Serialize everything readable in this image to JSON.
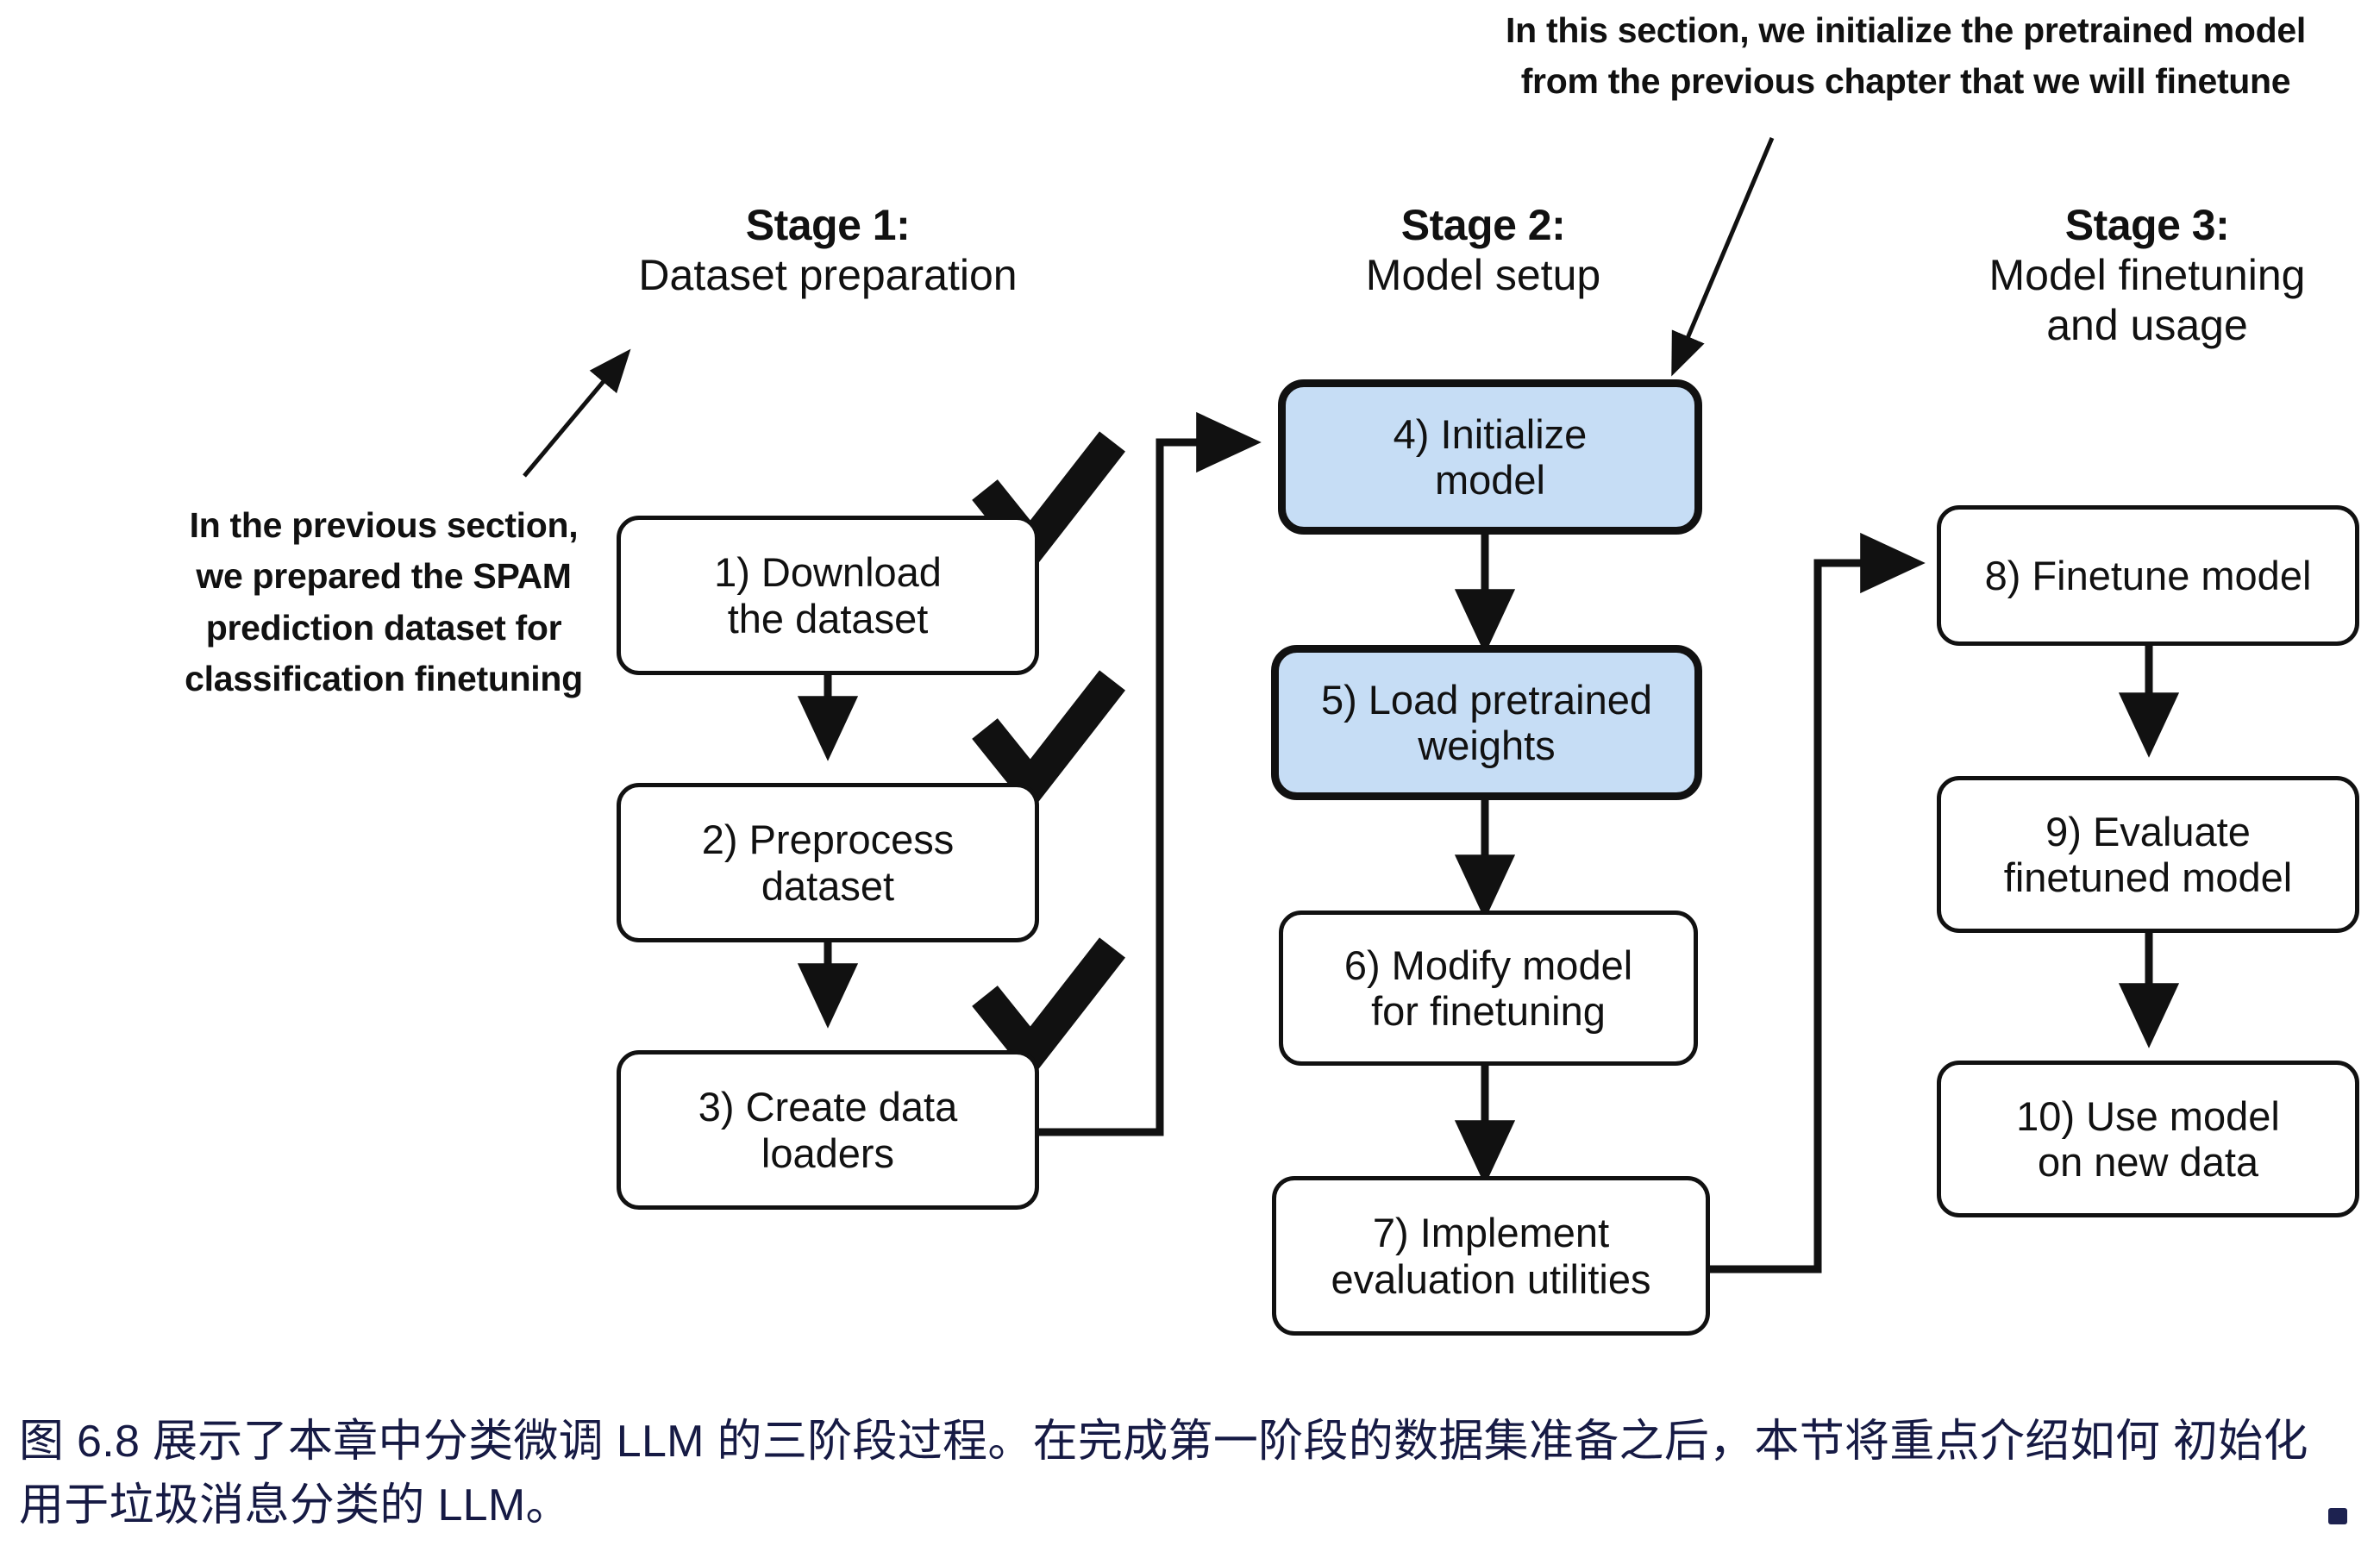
{
  "stages": [
    {
      "title": "Stage 1:",
      "subtitle": "Dataset preparation"
    },
    {
      "title": "Stage 2:",
      "subtitle": "Model setup"
    },
    {
      "title": "Stage 3:",
      "subtitle": "Model finetuning\nand usage"
    }
  ],
  "stage3_subtitle_line1": "Model finetuning",
  "stage3_subtitle_line2": "and usage",
  "nodes": [
    {
      "id": "n1",
      "line1": "1) Download",
      "line2": "the dataset",
      "highlighted": false,
      "checked": true
    },
    {
      "id": "n2",
      "line1": "2) Preprocess",
      "line2": "dataset",
      "highlighted": false,
      "checked": true
    },
    {
      "id": "n3",
      "line1": "3) Create data",
      "line2": "loaders",
      "highlighted": false,
      "checked": true
    },
    {
      "id": "n4",
      "line1": "4) Initialize",
      "line2": "model",
      "highlighted": true,
      "checked": false
    },
    {
      "id": "n5",
      "line1": "5) Load pretrained",
      "line2": "weights",
      "highlighted": true,
      "checked": false
    },
    {
      "id": "n6",
      "line1": "6) Modify model",
      "line2": "for finetuning",
      "highlighted": false,
      "checked": false
    },
    {
      "id": "n7",
      "line1": "7) Implement",
      "line2": "evaluation utilities",
      "highlighted": false,
      "checked": false
    },
    {
      "id": "n8",
      "line1": "8) Finetune model",
      "line2": "",
      "highlighted": false,
      "checked": false
    },
    {
      "id": "n9",
      "line1": "9) Evaluate",
      "line2": "finetuned model",
      "highlighted": false,
      "checked": false
    },
    {
      "id": "n10",
      "line1": "10) Use model",
      "line2": "on new data",
      "highlighted": false,
      "checked": false
    }
  ],
  "annotations": {
    "left": {
      "line1": "In the previous section,",
      "line2": "we prepared the SPAM",
      "line3": "prediction dataset for",
      "line4": "classification finetuning"
    },
    "top": {
      "line1": "In this section, we initialize the pretrained model",
      "line2": "from the previous chapter that we will finetune"
    }
  },
  "caption": {
    "line1": "图 6.8 展示了本章中分类微调 LLM 的三阶段过程。在完成第一阶段的数据集准备之后，本节将重点介绍如何",
    "line2": "初始化用于垃圾消息分类的 LLM。"
  },
  "colors": {
    "highlight_fill": "#c6ddf5",
    "stroke": "#111111",
    "caption_text": "#161a44",
    "background": "#ffffff"
  }
}
